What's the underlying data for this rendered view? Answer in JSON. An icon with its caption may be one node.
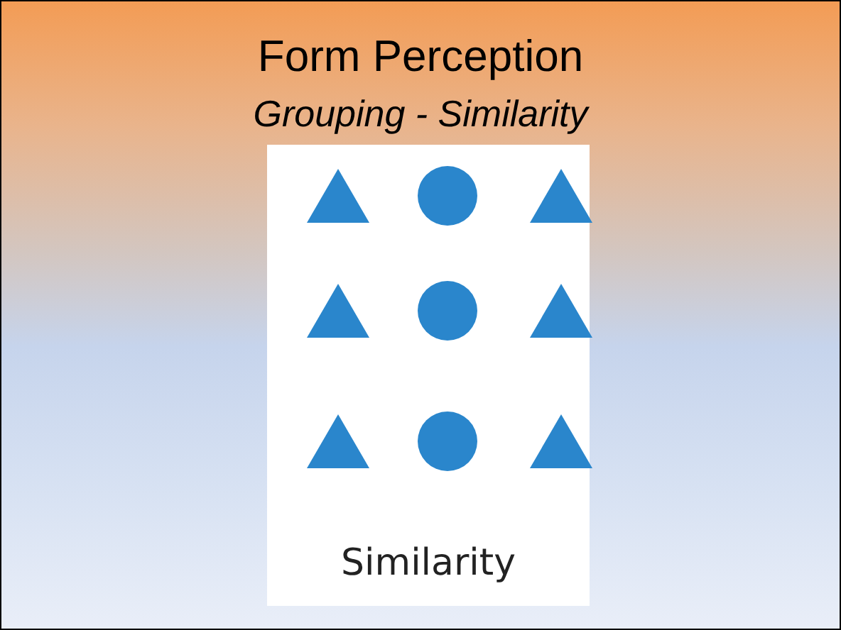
{
  "diagram": {
    "title": "Form Perception",
    "labels": [
      "Grouping - Similarity",
      "Similarity"
    ]
  }
}
